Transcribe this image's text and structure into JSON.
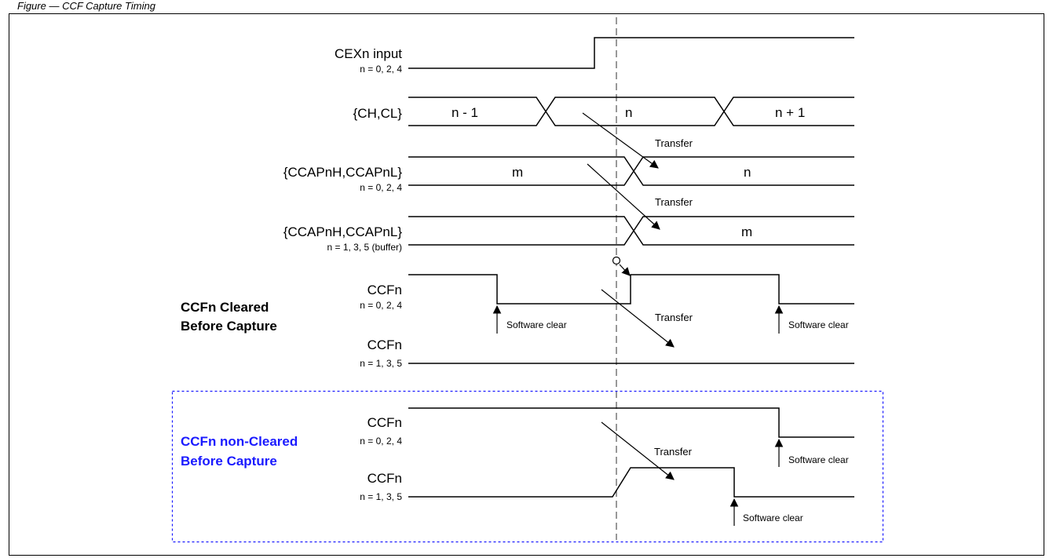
{
  "header": {
    "caption": "Figure — CCF Capture Timing"
  },
  "signals": {
    "cexn": {
      "name": "CEXn input",
      "sub": "n = 0, 2, 4"
    },
    "chcl": {
      "name": "{CH,CL}",
      "values": [
        "n - 1",
        "n",
        "n + 1"
      ]
    },
    "ccap_even": {
      "name": "{CCAPnH,CCAPnL}",
      "sub": "n = 0, 2, 4",
      "values": [
        "m",
        "n"
      ]
    },
    "ccap_odd": {
      "name": "{CCAPnH,CCAPnL}",
      "sub": "n = 1, 3, 5 (buffer)",
      "values": [
        "m"
      ]
    },
    "ccfn_c_even": {
      "name": "CCFn",
      "sub": "n = 0, 2, 4"
    },
    "ccfn_c_odd": {
      "name": "CCFn",
      "sub": "n = 1, 3, 5"
    },
    "ccfn_n_even": {
      "name": "CCFn",
      "sub": "n = 0, 2, 4"
    },
    "ccfn_n_odd": {
      "name": "CCFn",
      "sub": "n = 1, 3, 5"
    }
  },
  "groups": {
    "cleared": {
      "line1": "CCFn Cleared",
      "line2": "Before Capture",
      "color": "#000000"
    },
    "noncleared": {
      "line1": "CCFn non-Cleared",
      "line2": "Before Capture",
      "color": "#1a1aff"
    }
  },
  "annotations": {
    "transfer": "Transfer",
    "software_clear": "Software clear"
  }
}
